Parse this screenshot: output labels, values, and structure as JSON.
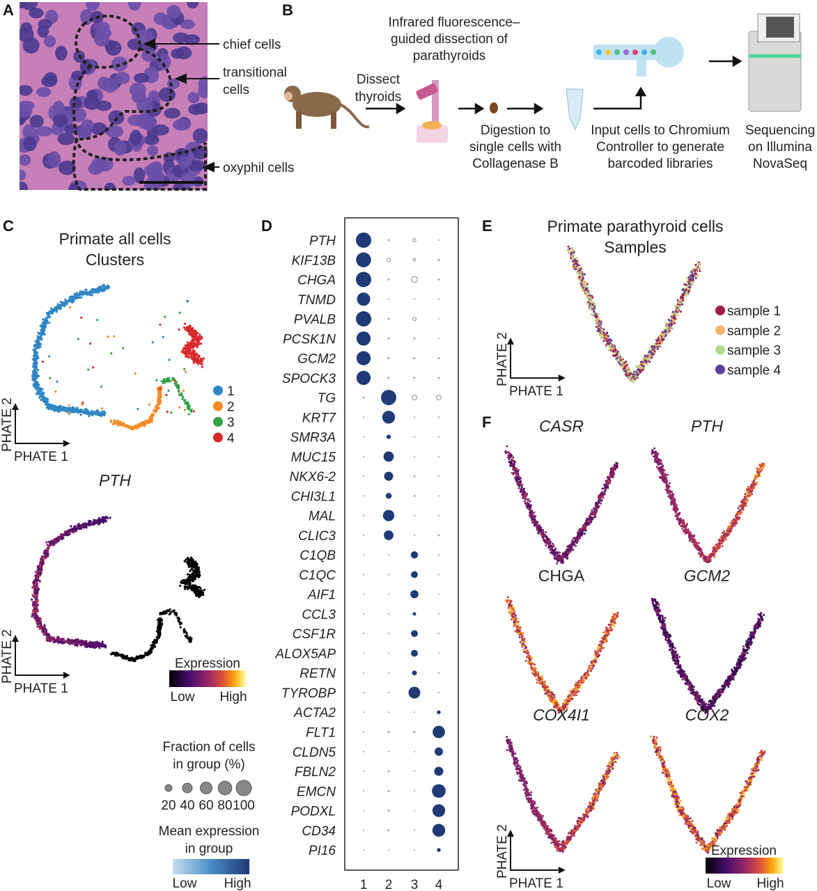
{
  "panels": {
    "a": "A",
    "b": "B",
    "c": "C",
    "d": "D",
    "e": "E",
    "f": "F"
  },
  "panel_a": {
    "labels": [
      "chief cells",
      "transitional",
      "cells",
      "oxyphil cells"
    ]
  },
  "panel_b": {
    "step1": [
      "Infrared fluorescence–",
      "guided dissection of",
      "parathyroids"
    ],
    "step0": [
      "Dissect",
      "thyroids"
    ],
    "step2": [
      "Digestion to",
      "single cells with",
      "Collagenase B"
    ],
    "step3": [
      "Input cells to Chromium",
      "Controller to generate",
      "barcoded libraries"
    ],
    "step4": [
      "Sequencing",
      "on Illumina",
      "NovaSeq"
    ]
  },
  "panel_c": {
    "title": [
      "Primate all cells",
      "Clusters"
    ],
    "legend": [
      "1",
      "2",
      "3",
      "4"
    ],
    "cluster_colors": [
      "#2f86c4",
      "#f58a25",
      "#36a046",
      "#d8282a"
    ],
    "gene_title": "PTH",
    "axis_x": "PHATE 1",
    "axis_y": "PHATE 2",
    "expression_legend": {
      "title": "Expression",
      "low": "Low",
      "high": "High"
    }
  },
  "size_legend": {
    "title": [
      "Fraction of cells",
      "in group (%)"
    ],
    "values": [
      "20",
      "40",
      "60",
      "80",
      "100"
    ]
  },
  "color_legend": {
    "title": [
      "Mean expression",
      "in group"
    ],
    "low": "Low",
    "high": "High"
  },
  "chart_data": {
    "type": "dotplot",
    "genes": [
      "PTH",
      "KIF13B",
      "CHGA",
      "TNMD",
      "PVALB",
      "PCSK1N",
      "GCM2",
      "SPOCK3",
      "TG",
      "KRT7",
      "SMR3A",
      "MUC15",
      "NKX6-2",
      "CHI3L1",
      "MAL",
      "CLIC3",
      "C1QB",
      "C1QC",
      "AIF1",
      "CCL3",
      "CSF1R",
      "ALOX5AP",
      "RETN",
      "TYROBP",
      "ACTA2",
      "FLT1",
      "CLDN5",
      "FBLN2",
      "EMCN",
      "PODXL",
      "CD34",
      "PI16"
    ],
    "groups": [
      "1",
      "2",
      "3",
      "4"
    ],
    "fraction_pct": [
      [
        100,
        2,
        4,
        1
      ],
      [
        95,
        5,
        3,
        2
      ],
      [
        100,
        2,
        15,
        2
      ],
      [
        75,
        1,
        1,
        1
      ],
      [
        100,
        2,
        5,
        1
      ],
      [
        85,
        2,
        2,
        1
      ],
      [
        85,
        2,
        2,
        2
      ],
      [
        85,
        2,
        2,
        2
      ],
      [
        2,
        100,
        10,
        10
      ],
      [
        1,
        70,
        1,
        1
      ],
      [
        1,
        8,
        1,
        1
      ],
      [
        1,
        45,
        1,
        1
      ],
      [
        1,
        35,
        2,
        1
      ],
      [
        1,
        15,
        2,
        1
      ],
      [
        1,
        55,
        1,
        1
      ],
      [
        1,
        40,
        1,
        2
      ],
      [
        1,
        1,
        22,
        1
      ],
      [
        1,
        1,
        20,
        1
      ],
      [
        1,
        1,
        28,
        1
      ],
      [
        1,
        1,
        5,
        1
      ],
      [
        1,
        1,
        20,
        1
      ],
      [
        1,
        1,
        20,
        1
      ],
      [
        1,
        1,
        10,
        1
      ],
      [
        1,
        1,
        60,
        1
      ],
      [
        1,
        1,
        1,
        6
      ],
      [
        1,
        2,
        2,
        65
      ],
      [
        1,
        1,
        1,
        30
      ],
      [
        1,
        2,
        1,
        35
      ],
      [
        1,
        2,
        1,
        80
      ],
      [
        1,
        2,
        1,
        70
      ],
      [
        1,
        2,
        1,
        70
      ],
      [
        1,
        1,
        1,
        6
      ]
    ],
    "hollow_low_expression": [
      [
        0,
        2
      ],
      [
        1,
        1
      ],
      [
        1,
        2
      ],
      [
        2,
        2
      ],
      [
        4,
        2
      ],
      [
        8,
        2
      ],
      [
        8,
        3
      ]
    ],
    "size_legend_pct": [
      20,
      40,
      60,
      80,
      100
    ],
    "colors": {
      "high": "#1f3a75",
      "low": "#c6dff0"
    }
  },
  "panel_e": {
    "title": [
      "Primate parathyroid cells",
      "Samples"
    ],
    "legend": [
      "sample 1",
      "sample 2",
      "sample 3",
      "sample 4"
    ],
    "colors": [
      "#9c1c4b",
      "#f5b56c",
      "#b6db90",
      "#5b3ea0"
    ]
  },
  "panel_f": {
    "titles": [
      "CASR",
      "PTH",
      "CHGA",
      "GCM2",
      "COX4I1",
      "COX2"
    ],
    "expression_legend": {
      "title": "Expression",
      "low": "Low",
      "high": "High"
    }
  }
}
